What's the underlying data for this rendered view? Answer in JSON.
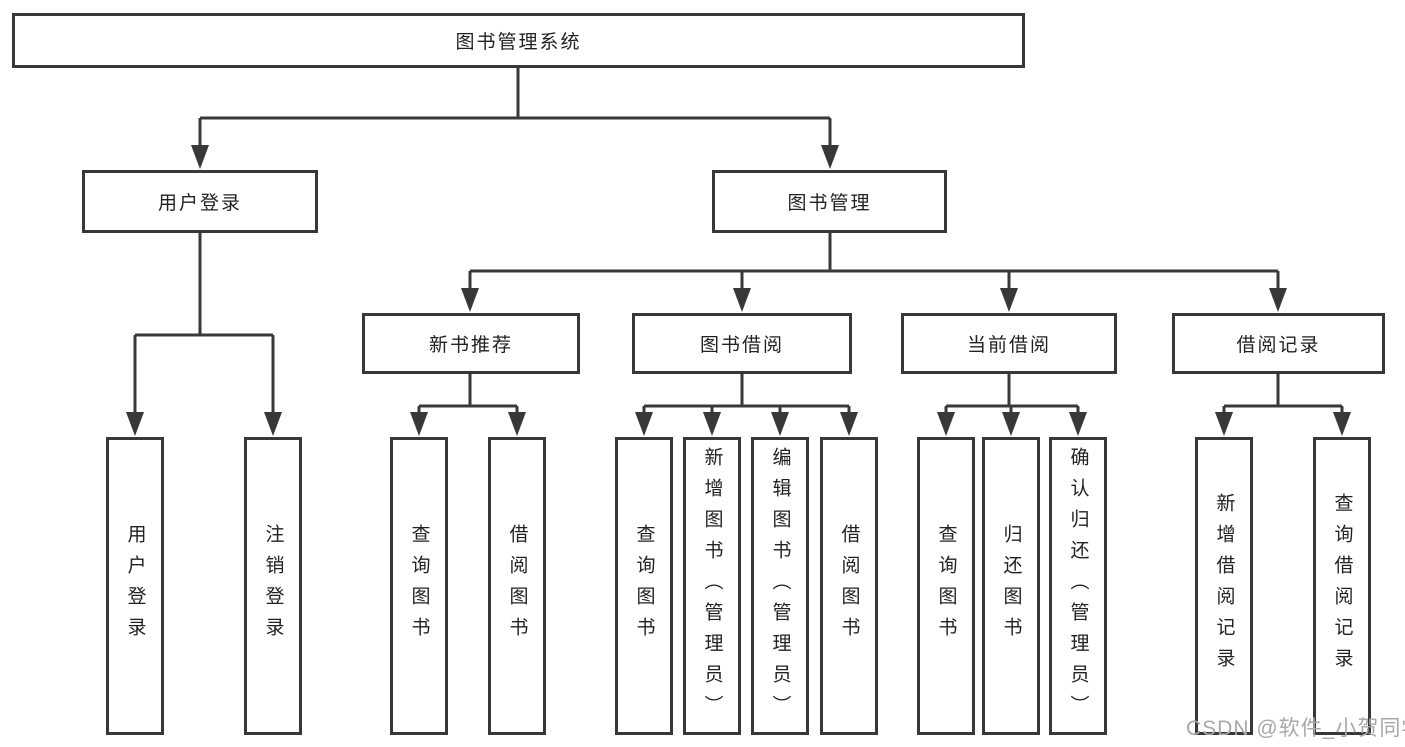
{
  "tree": {
    "label": "图书管理系统",
    "children": [
      {
        "label": "用户登录",
        "children": [
          {
            "label": "用户登录"
          },
          {
            "label": "注销登录"
          }
        ]
      },
      {
        "label": "图书管理",
        "children": [
          {
            "label": "新书推荐",
            "children": [
              {
                "label": "查询图书"
              },
              {
                "label": "借阅图书"
              }
            ]
          },
          {
            "label": "图书借阅",
            "children": [
              {
                "label": "查询图书"
              },
              {
                "label": "新增图书（管理员）"
              },
              {
                "label": "编辑图书（管理员）"
              },
              {
                "label": "借阅图书"
              }
            ]
          },
          {
            "label": "当前借阅",
            "children": [
              {
                "label": "查询图书"
              },
              {
                "label": "归还图书"
              },
              {
                "label": "确认归还（管理员）"
              }
            ]
          },
          {
            "label": "借阅记录",
            "children": [
              {
                "label": "新增借阅记录"
              },
              {
                "label": "查询借阅记录"
              }
            ]
          }
        ]
      }
    ]
  },
  "watermark": {
    "text": "CSDN @软件_小贺同学",
    "color": "#a8a8a8"
  },
  "colors": {
    "line": "#383838",
    "box_border": "#383838",
    "box_fill": "#ffffff",
    "text": "#222222",
    "background": "#ffffff"
  }
}
